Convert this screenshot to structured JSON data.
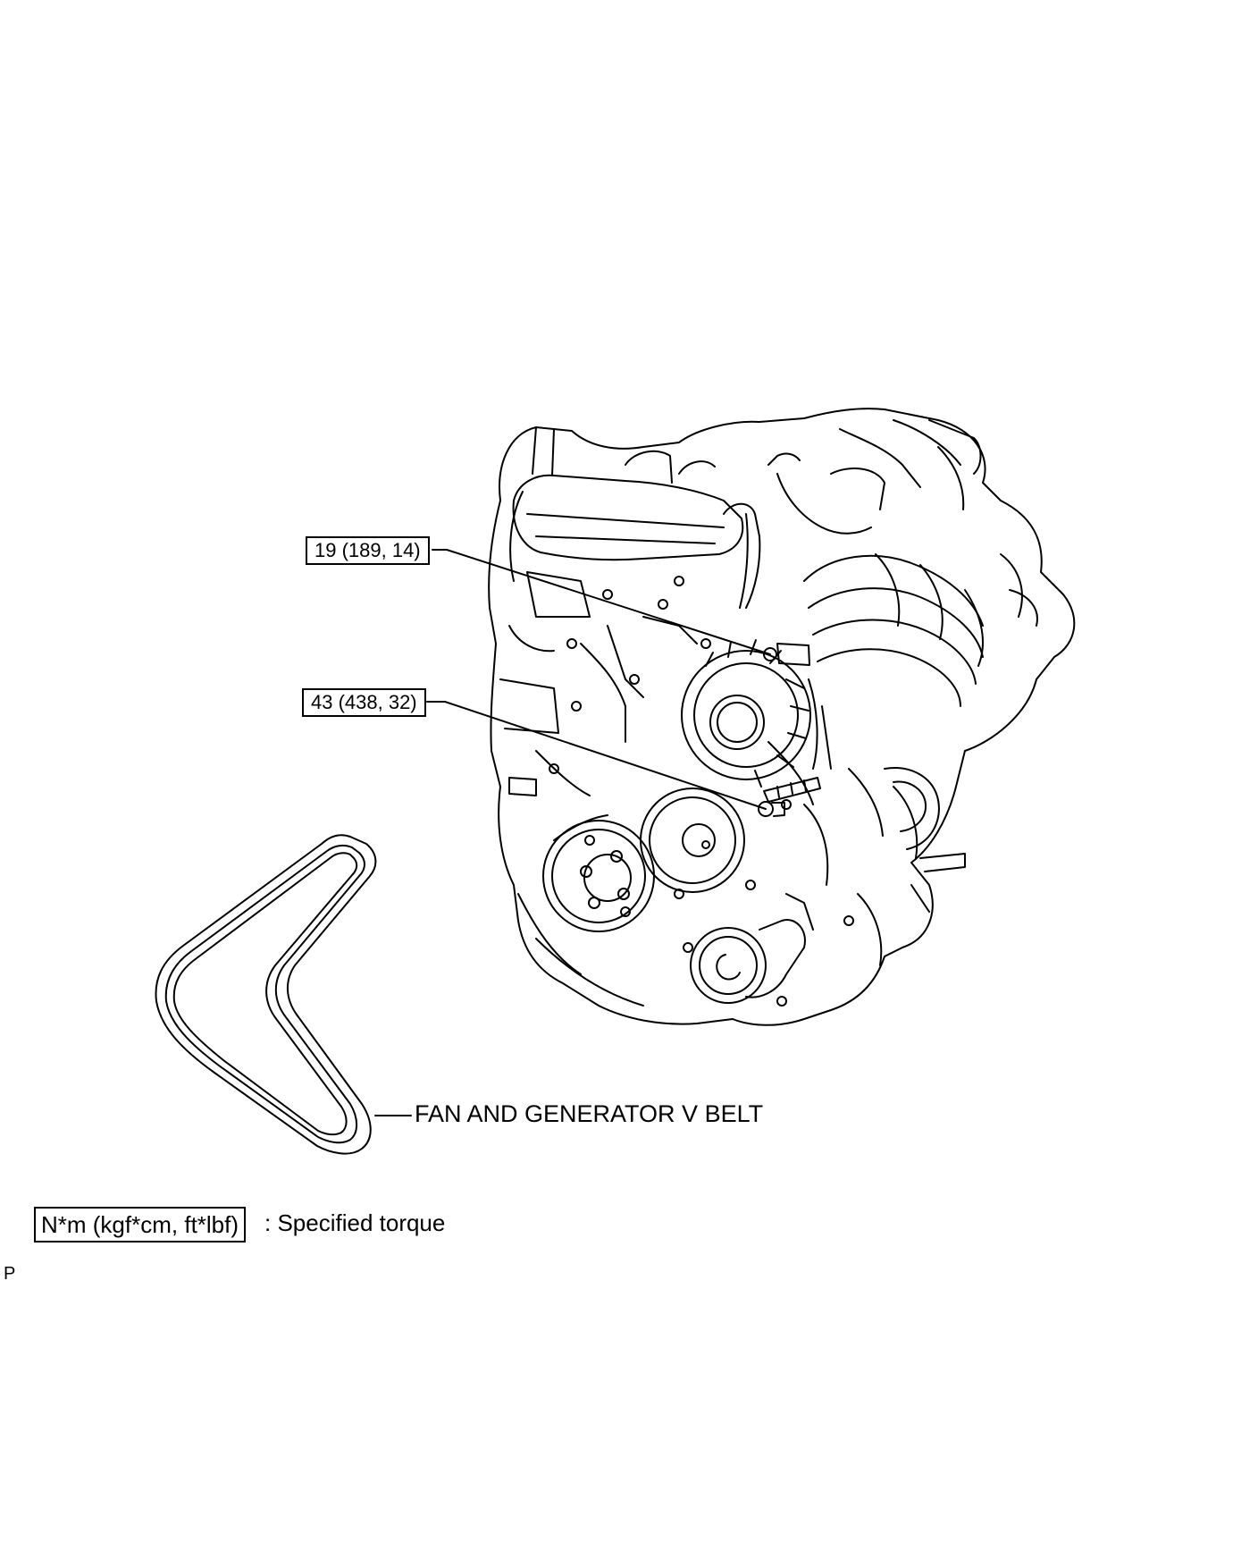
{
  "callouts": {
    "upper_bolt_torque": "19 (189, 14)",
    "lower_bolt_torque": "43 (438, 32)"
  },
  "parts": {
    "belt_label": "FAN AND GENERATOR V BELT"
  },
  "legend": {
    "unit_box": "N*m (kgf*cm, ft*lbf)",
    "description": ": Specified torque"
  },
  "footer": {
    "corner_mark": "P"
  }
}
